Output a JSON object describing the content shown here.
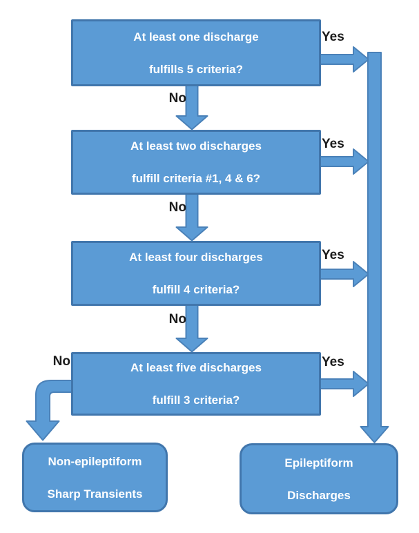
{
  "flowchart": {
    "colors": {
      "box_fill": "#5b9bd5",
      "box_border": "#4176ac",
      "arrow_fill": "#5b9bd5",
      "arrow_border": "#4a81b8",
      "box_text": "#ffffff",
      "label_text": "#1b1b1b",
      "bg": "#ffffff"
    },
    "decisions": [
      {
        "line1": "At least one discharge",
        "line2": "fulfills 5 criteria?",
        "yes_label": "Yes",
        "no_label": "No"
      },
      {
        "line1": "At least two discharges",
        "line2": "fulfill criteria #1, 4 & 6?",
        "yes_label": "Yes",
        "no_label": "No"
      },
      {
        "line1": "At least four discharges",
        "line2": "fulfill 4 criteria?",
        "yes_label": "Yes",
        "no_label": "No"
      },
      {
        "line1": "At least five discharges",
        "line2": "fulfill 3 criteria?",
        "yes_label": "Yes",
        "no_label": "No"
      }
    ],
    "outcomes": [
      {
        "line1": "Non-epileptiform",
        "line2": "Sharp Transients"
      },
      {
        "line1": "Epileptiform",
        "line2": "Discharges"
      }
    ]
  }
}
